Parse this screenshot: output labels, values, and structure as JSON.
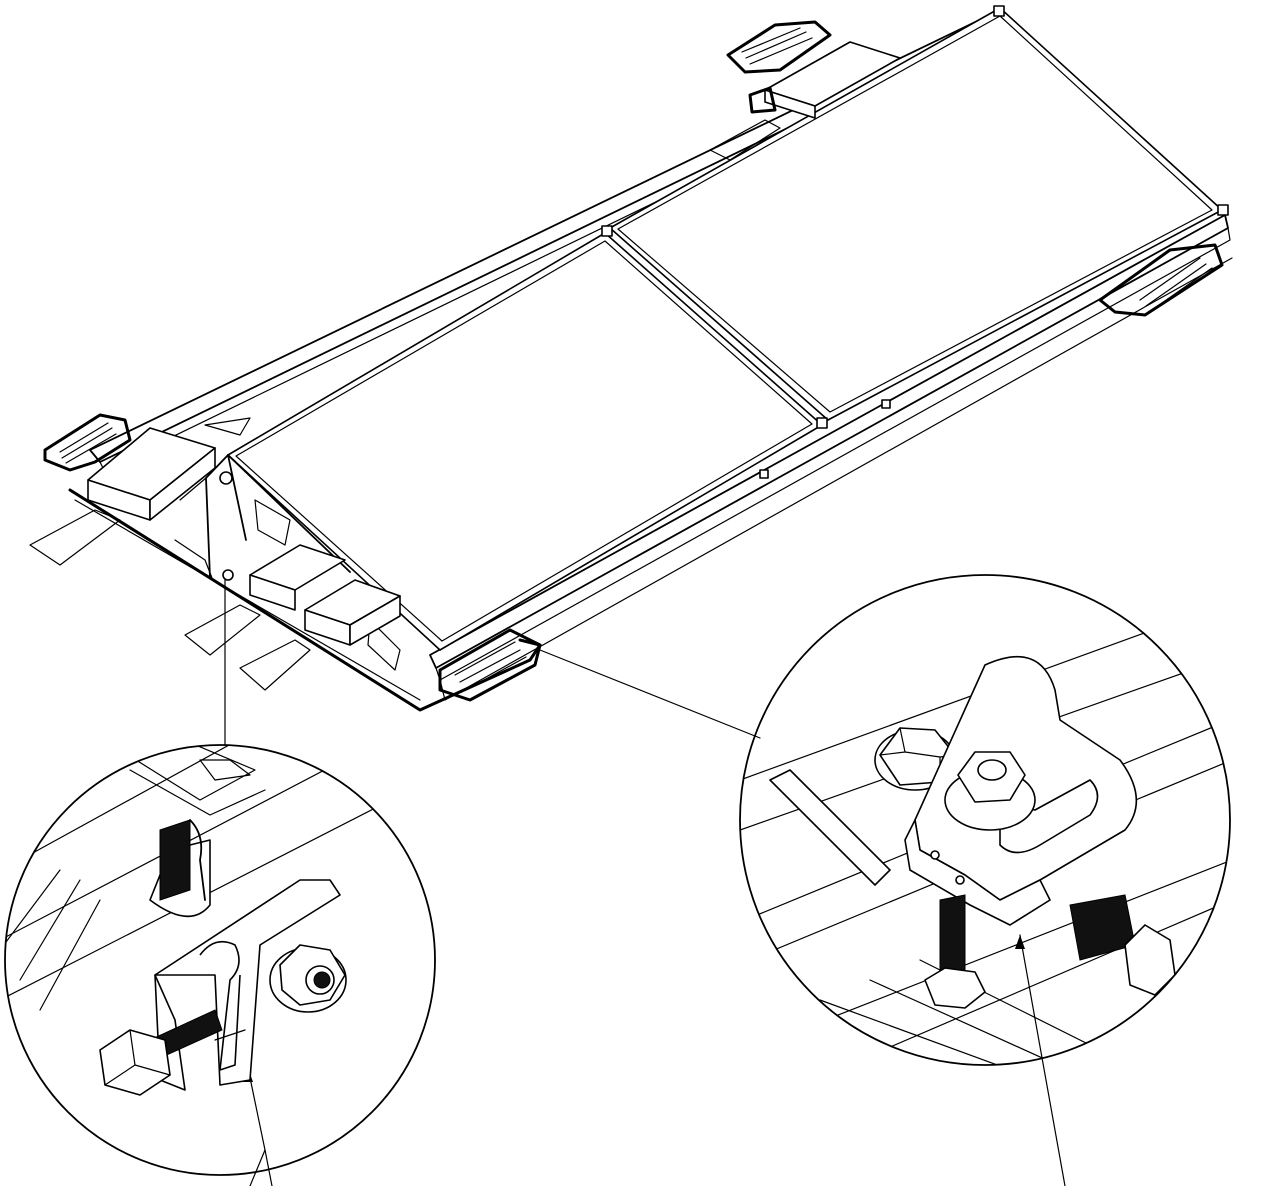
{
  "figure": {
    "type": "technical-line-drawing",
    "subject": "solar-panel-mount-assembly",
    "details": [
      {
        "id": "detail-left",
        "icon": "grounding-lug-detail"
      },
      {
        "id": "detail-right",
        "icon": "rail-clamp-detail"
      }
    ],
    "colors": {
      "line": "#000000",
      "background": "#ffffff"
    }
  }
}
